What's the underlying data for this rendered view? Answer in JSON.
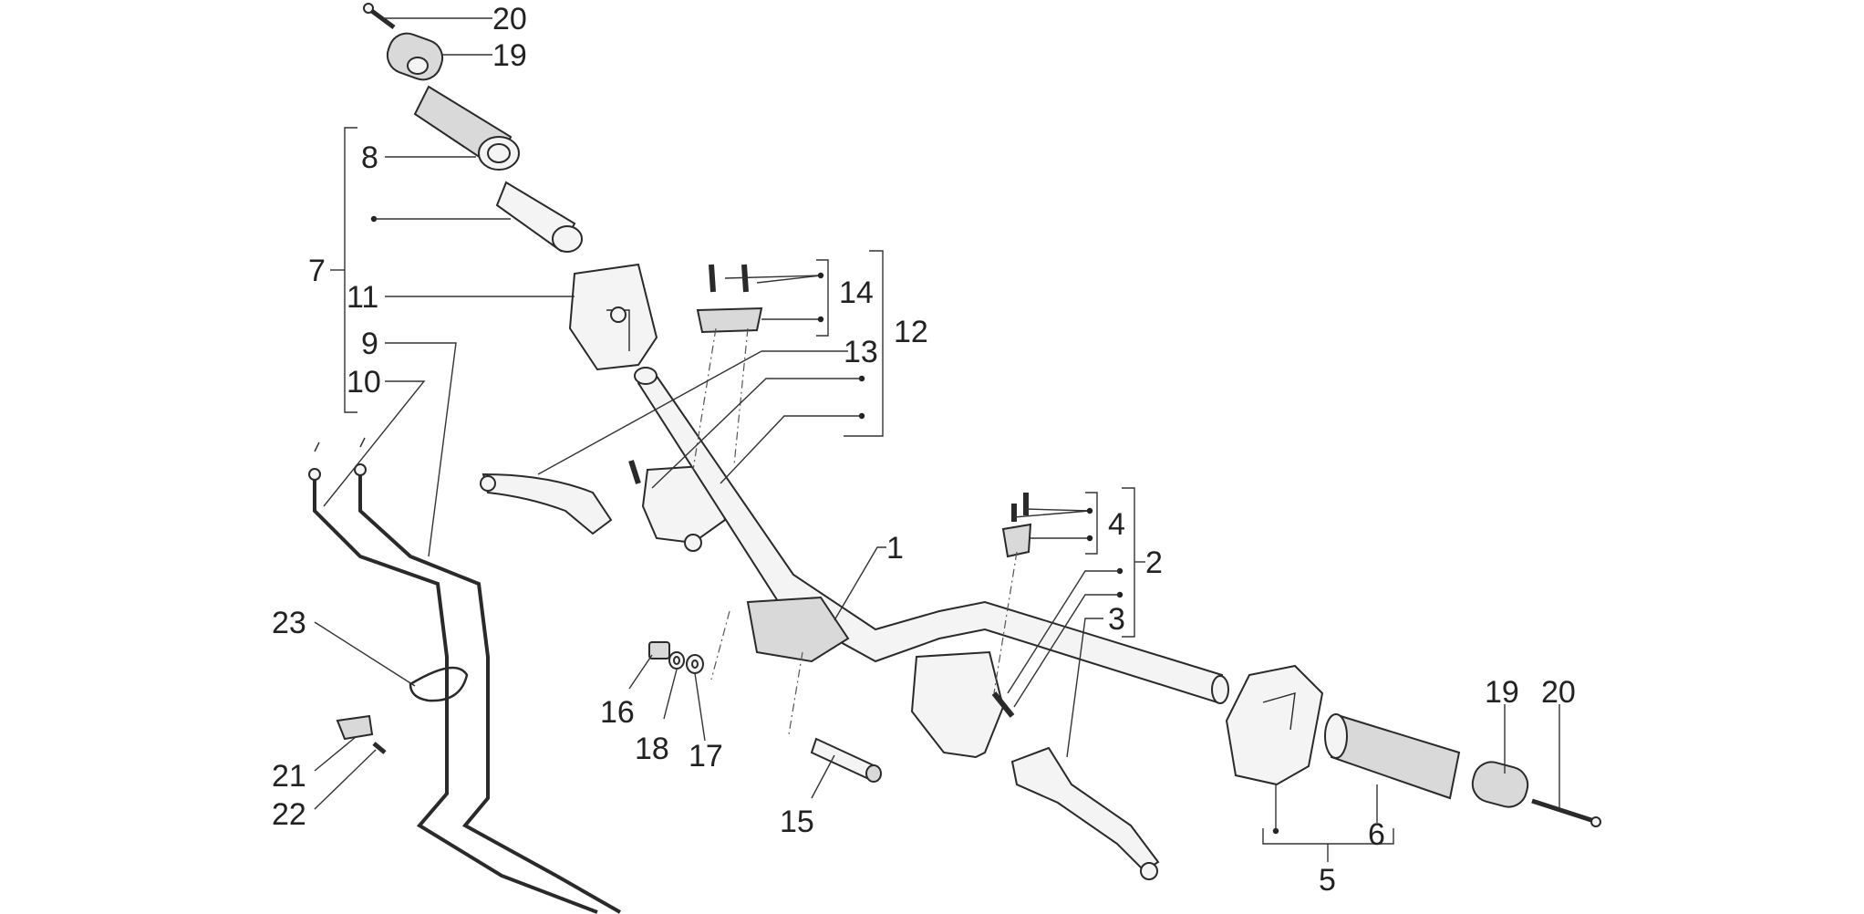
{
  "callouts": [
    {
      "id": "c20a",
      "label": "20"
    },
    {
      "id": "c19a",
      "label": "19"
    },
    {
      "id": "c8",
      "label": "8"
    },
    {
      "id": "c7",
      "label": "7"
    },
    {
      "id": "c11",
      "label": "11"
    },
    {
      "id": "c9",
      "label": "9"
    },
    {
      "id": "c10",
      "label": "10"
    },
    {
      "id": "c14",
      "label": "14"
    },
    {
      "id": "c12",
      "label": "12"
    },
    {
      "id": "c13",
      "label": "13"
    },
    {
      "id": "c4",
      "label": "4"
    },
    {
      "id": "c2",
      "label": "2"
    },
    {
      "id": "c1",
      "label": "1"
    },
    {
      "id": "c3",
      "label": "3"
    },
    {
      "id": "c23",
      "label": "23"
    },
    {
      "id": "c16",
      "label": "16"
    },
    {
      "id": "c18",
      "label": "18"
    },
    {
      "id": "c17",
      "label": "17"
    },
    {
      "id": "c15",
      "label": "15"
    },
    {
      "id": "c21",
      "label": "21"
    },
    {
      "id": "c22",
      "label": "22"
    },
    {
      "id": "c19b",
      "label": "19"
    },
    {
      "id": "c20b",
      "label": "20"
    },
    {
      "id": "c6",
      "label": "6"
    },
    {
      "id": "c5",
      "label": "5"
    }
  ]
}
